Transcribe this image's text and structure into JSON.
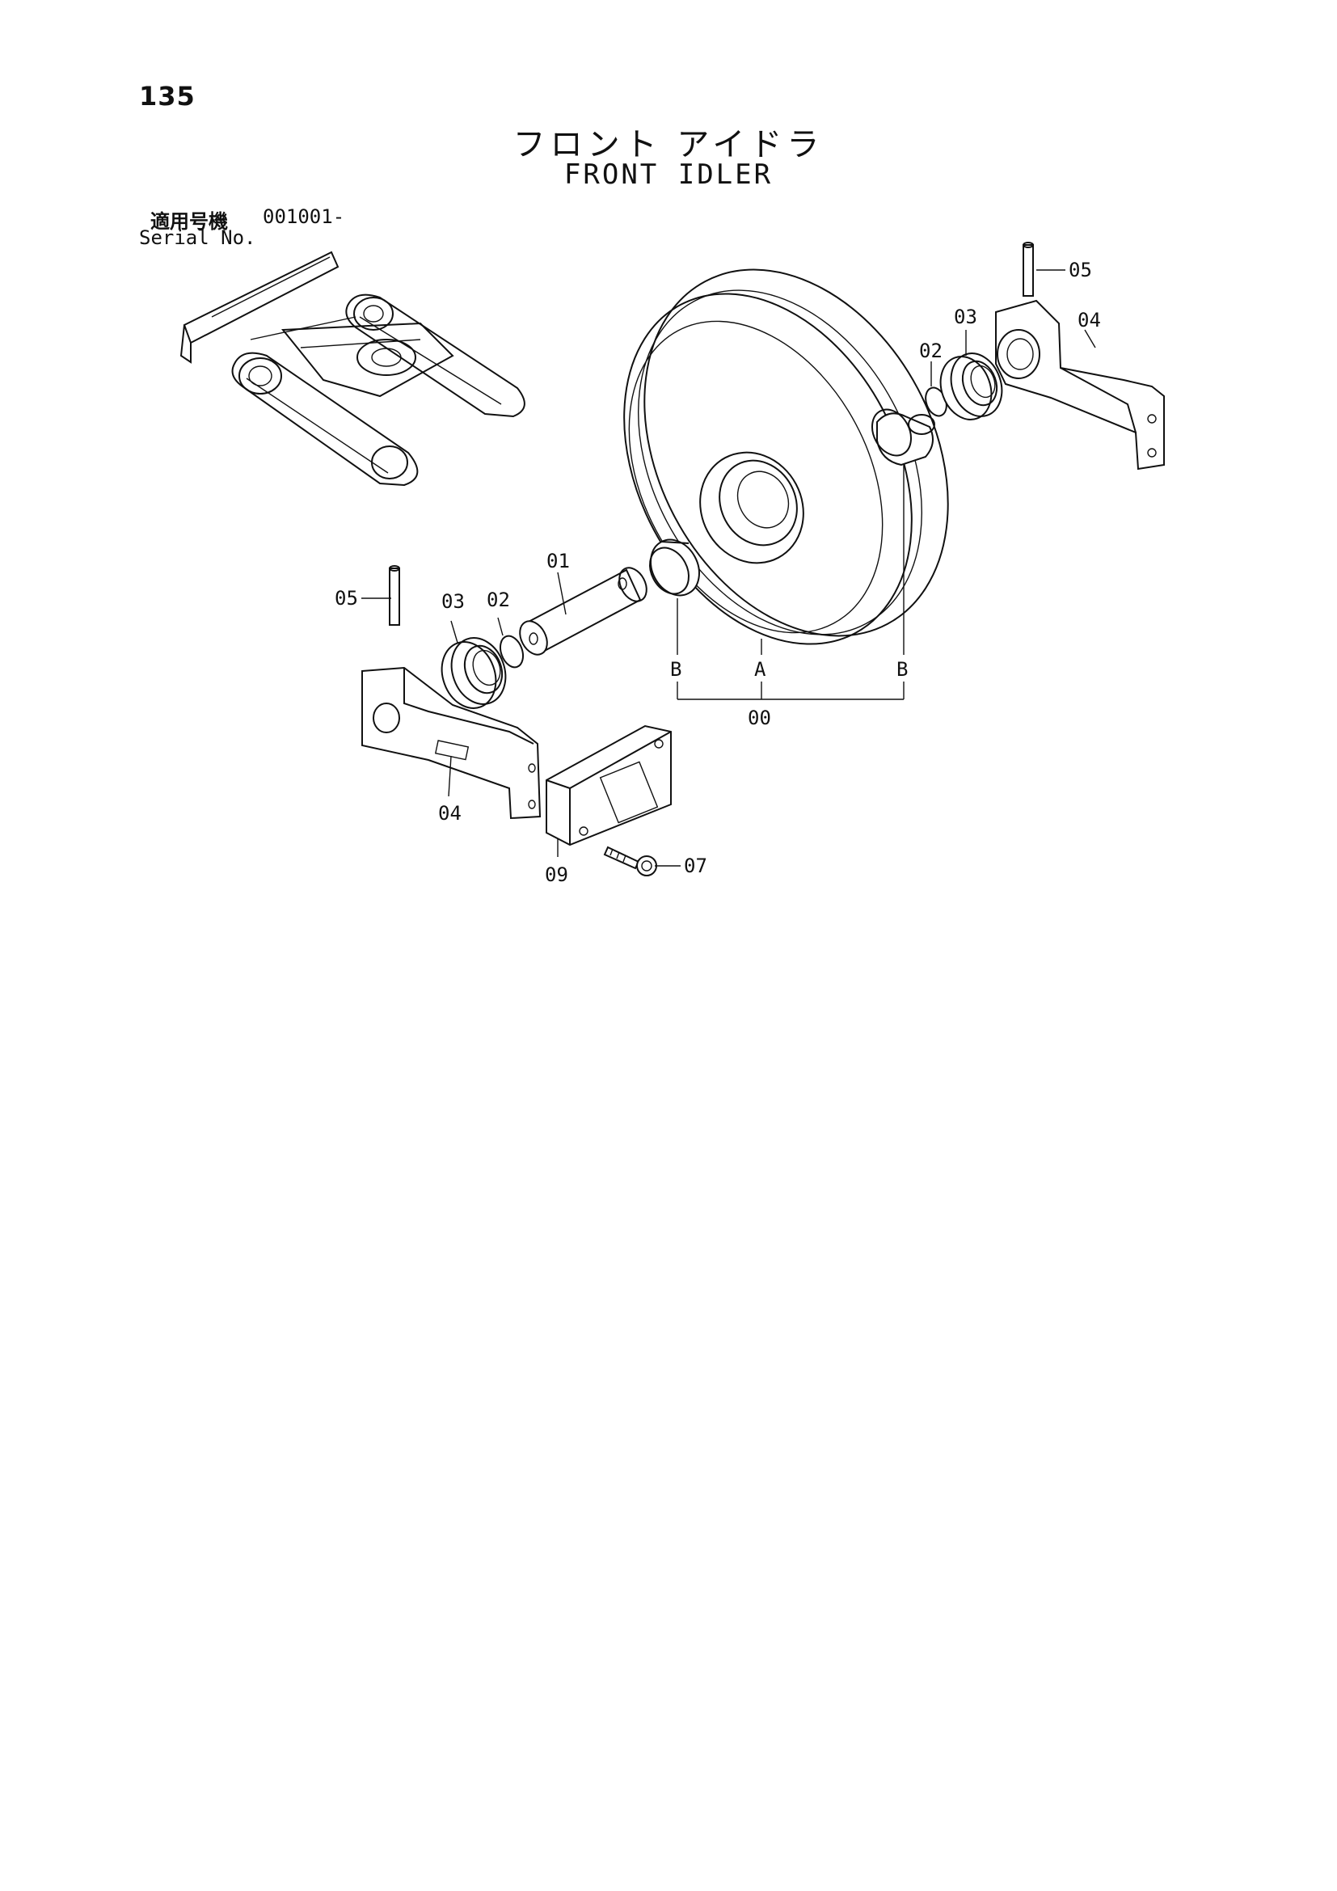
{
  "header": {
    "page_number": "135",
    "title_jp": "フロント アイドラ",
    "title_en": "FRONT IDLER",
    "serial_label_jp": "適用号機",
    "serial_value": "001001-",
    "serial_label_en": "Serial No."
  },
  "callouts": {
    "pin_right": "05",
    "seal_right": "03",
    "oring_right": "02",
    "bracket_right": "04",
    "shaft": "01",
    "pin_left": "05",
    "seal_left": "03",
    "oring_left": "02",
    "bracket_left": "04",
    "bushing_left_ref": "B",
    "wheel_ref": "A",
    "bushing_right_ref": "B",
    "assembly": "00",
    "block": "09",
    "bolt": "07"
  }
}
